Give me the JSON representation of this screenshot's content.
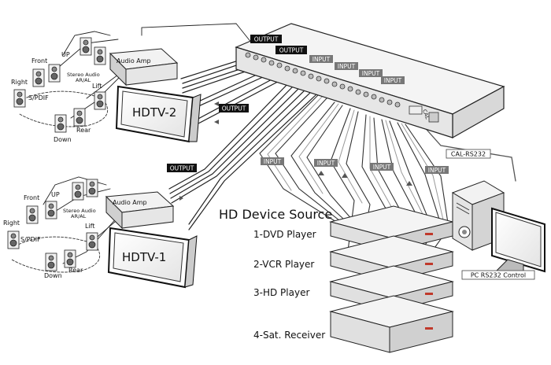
{
  "tags": {
    "output": "OUTPUT",
    "input": "INPUT",
    "cal_rs232": "CAL-RS232",
    "pc_control": "PC RS232 Control"
  },
  "zone_top": {
    "amp_label": "Audio Amp",
    "tv_label": "HDTV-2",
    "speakers": {
      "front": "Front",
      "up": "UP",
      "stereo": "Stereo Audio",
      "stereo_sub": "AR/AL",
      "right": "Right",
      "lift": "Lift",
      "spdif": "S/PDIF",
      "rear": "Rear",
      "down": "Down"
    }
  },
  "zone_bottom": {
    "amp_label": "Audio Amp",
    "tv_label": "HDTV-1",
    "speakers": {
      "front": "Front",
      "up": "UP",
      "stereo": "Stereo Audio",
      "stereo_sub": "AR/AL",
      "right": "Right",
      "lift": "Lift",
      "spdif": "S/PDIF",
      "rear": "Rear",
      "down": "Down"
    }
  },
  "sources": {
    "title": "HD Device Source",
    "items": [
      "1-DVD Player",
      "2-VCR Player",
      "3-HD Player",
      "4-Sat. Receiver"
    ]
  }
}
